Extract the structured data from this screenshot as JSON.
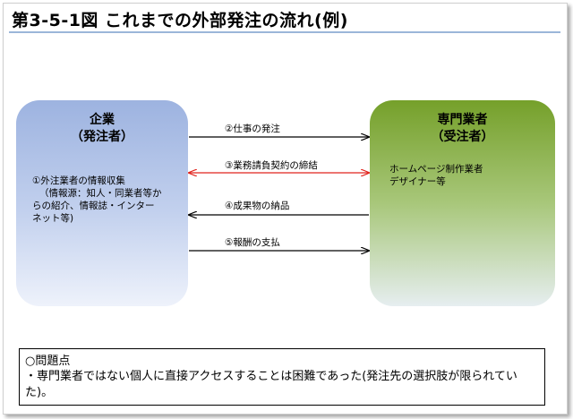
{
  "title": "第3-5-1図 これまでの外部発注の流れ(例)",
  "client": {
    "name": "企業",
    "role": "（発注者）",
    "note_line1": "①外注業者の情報収集",
    "note_line2": "（情報源：知人・同業者等か",
    "note_line3": "らの紹介、情報誌・インター",
    "note_line4": "ネット等)"
  },
  "vendor": {
    "name": "専門業者",
    "role": "（受注者）",
    "note_line1": "ホームページ制作業者",
    "note_line2": "デザイナー等"
  },
  "flows": [
    {
      "label": "②仕事の発注",
      "direction": "right",
      "color": "#000000"
    },
    {
      "label": "③業務請負契約の締結",
      "direction": "both",
      "color": "#e0231c"
    },
    {
      "label": "④成果物の納品",
      "direction": "left",
      "color": "#000000"
    },
    {
      "label": "⑤報酬の支払",
      "direction": "right",
      "color": "#000000"
    }
  ],
  "issues": {
    "heading": "○問題点",
    "text": "・専門業者ではない個人に直接アクセスすることは困難であった(発注先の選択肢が限られていた)。"
  }
}
